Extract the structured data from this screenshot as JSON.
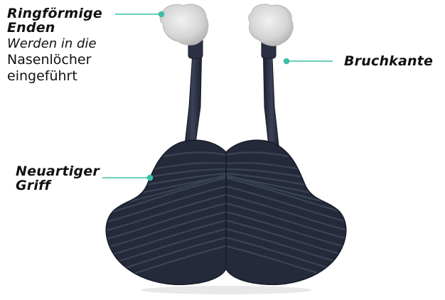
{
  "labels": {
    "ring_ends": {
      "title_line1": "Ringförmige",
      "title_line2": "Enden",
      "desc_line1": "Werden in die",
      "desc_line2": "Nasenlöcher",
      "desc_line3": "eingeführt"
    },
    "break_edge": {
      "title": "Bruchkante"
    },
    "grip": {
      "title_line1": "Neuartiger",
      "title_line2": "Griff"
    }
  },
  "colors": {
    "accent": "#3dbfa6",
    "device": "#252b3a",
    "device_highlight": "#3a4256",
    "tips": "#d9d9d9",
    "text": "#111111"
  }
}
